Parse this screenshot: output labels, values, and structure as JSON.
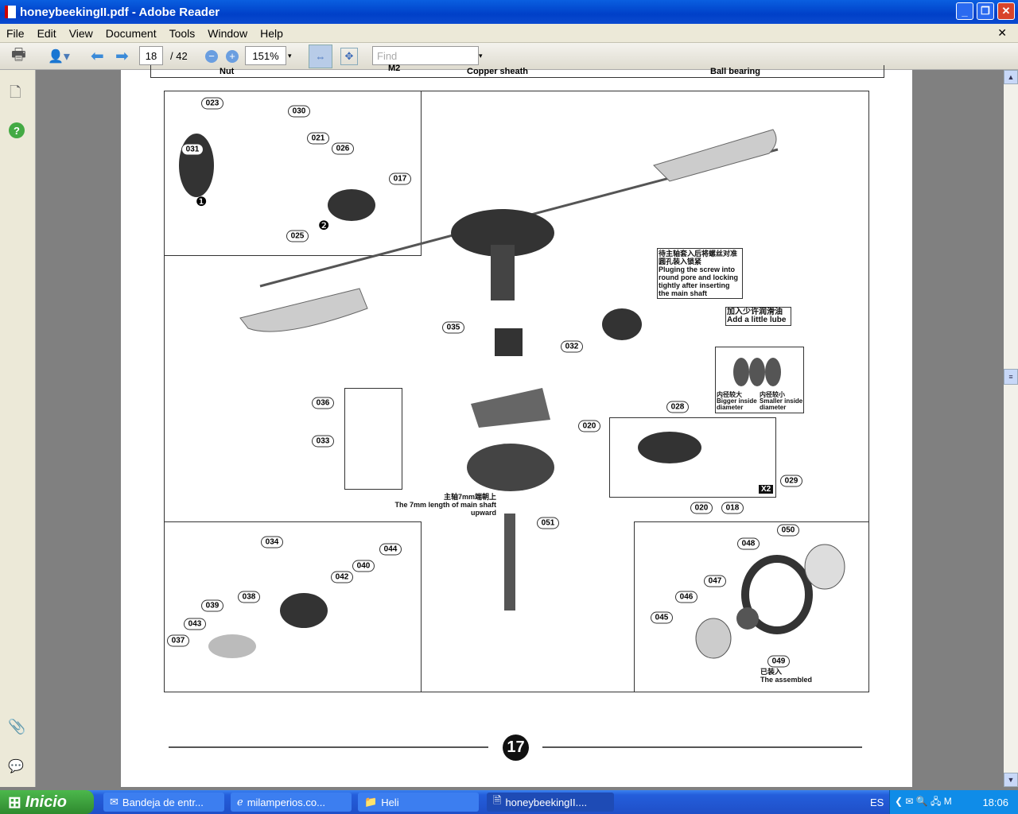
{
  "window": {
    "title": "honeybeekingII.pdf - Adobe Reader"
  },
  "menu": [
    "File",
    "Edit",
    "View",
    "Document",
    "Tools",
    "Window",
    "Help"
  ],
  "toolbar": {
    "page": "18",
    "page_total": "/ 42",
    "zoom": "151%",
    "find_placeholder": "Find"
  },
  "table_row": {
    "c1": "Nut",
    "c2": "M2",
    "c3": "Copper sheath",
    "c4": "Ball bearing"
  },
  "callouts": [
    "023",
    "030",
    "031",
    "021",
    "026",
    "017",
    "025",
    "035",
    "032",
    "036",
    "033",
    "028",
    "020",
    "020",
    "018",
    "029",
    "051",
    "034",
    "044",
    "040",
    "042",
    "038",
    "039",
    "043",
    "037",
    "050",
    "048",
    "047",
    "046",
    "045",
    "049"
  ],
  "markers": [
    "❶",
    "❷"
  ],
  "notes": {
    "screw_cn": "待主轴套入后将螺丝对准圆孔装入锁紧",
    "screw_en": "Pluging the screw into round pore and locking tightly after inserting the main shaft",
    "lube_cn": "加入少许润滑油",
    "lube_en": "Add a little lube",
    "bigger_cn": "内径较大",
    "bigger_en": "Bigger inside diameter",
    "smaller_cn": "内径较小",
    "smaller_en": "Smaller inside diameter",
    "shaft_cn": "主轴7mm端朝上",
    "shaft_en": "The 7mm length of main shaft upward",
    "assembled_cn": "已装入",
    "assembled_en": "The assembled",
    "x2": "X2"
  },
  "page_number": "17",
  "taskbar": {
    "start": "Inicio",
    "tasks": [
      "Bandeja de entr...",
      "milamperios.co...",
      "Heli",
      "honeybeekingII...."
    ],
    "lang": "ES",
    "clock": "18:06"
  }
}
